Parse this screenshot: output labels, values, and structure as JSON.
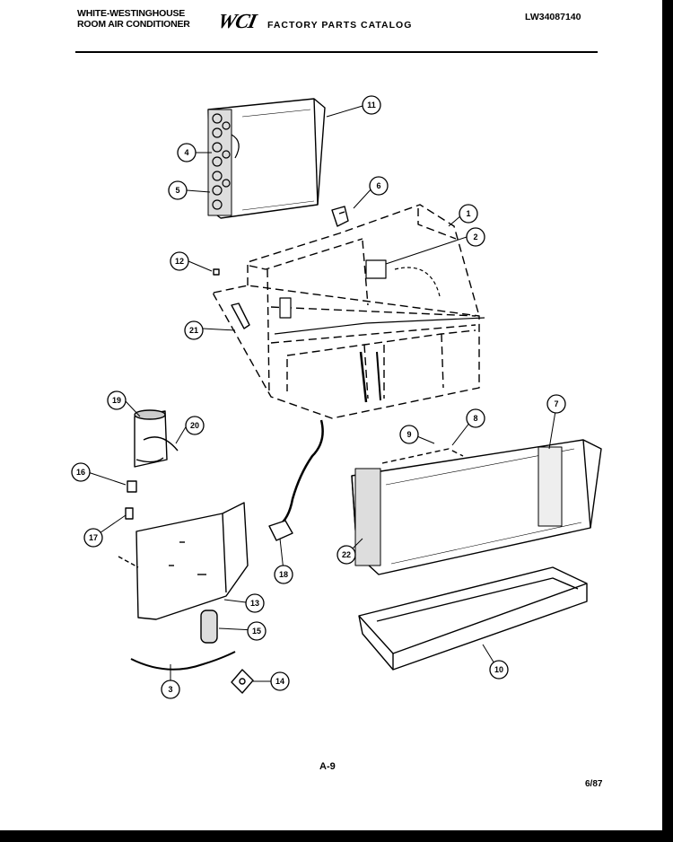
{
  "header": {
    "brand_line1": "WHITE-WESTINGHOUSE",
    "brand_line2": "ROOM AIR CONDITIONER",
    "logo": "WCI",
    "catalog_title": "FACTORY PARTS CATALOG",
    "model_number": "LW34087140"
  },
  "callouts": [
    "1",
    "2",
    "3",
    "4",
    "5",
    "6",
    "7",
    "8",
    "9",
    "10",
    "11",
    "12",
    "13",
    "14",
    "15",
    "16",
    "17",
    "18",
    "19",
    "20",
    "21",
    "22"
  ],
  "footer": {
    "page_number": "A-9",
    "date": "6/87"
  }
}
